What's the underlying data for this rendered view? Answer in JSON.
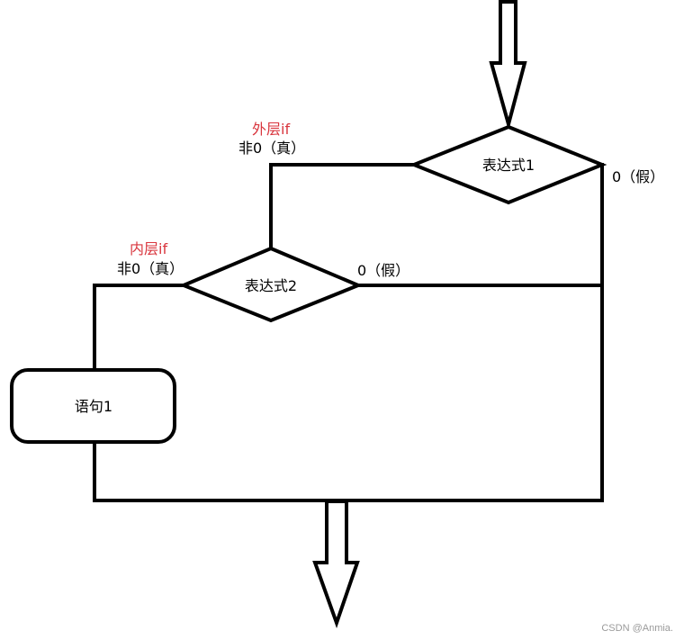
{
  "nodes": {
    "expr1": "表达式1",
    "expr2": "表达式2",
    "stmt1": "语句1"
  },
  "labels": {
    "outer_if": "外层if",
    "outer_true": "非0（真）",
    "outer_false": "0（假）",
    "inner_if": "内层if",
    "inner_true": "非0（真）",
    "inner_false": "0（假）"
  },
  "colors": {
    "accent": "#d9363e",
    "line": "#000000"
  },
  "watermark": "CSDN @Anmia."
}
